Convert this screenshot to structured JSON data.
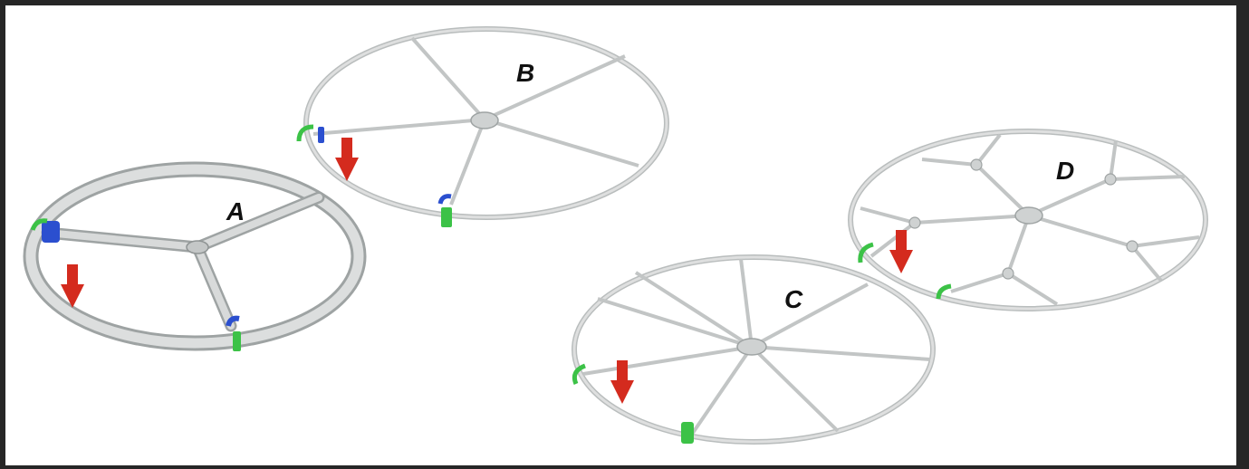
{
  "figure": {
    "wheels": [
      {
        "id": "A",
        "label": "A",
        "spokes": 3
      },
      {
        "id": "B",
        "label": "B",
        "spokes": 5
      },
      {
        "id": "C",
        "label": "C",
        "spokes": 8
      },
      {
        "id": "D",
        "label": "D",
        "spokes": 5
      }
    ],
    "colors": {
      "rim": "#d3d5d5",
      "rim_edge": "#9ea3a3",
      "hub": "#c9cccc",
      "load_arrow": "#d42b1e",
      "support_green": "#3cc247",
      "support_blue": "#2b4fcf"
    }
  }
}
